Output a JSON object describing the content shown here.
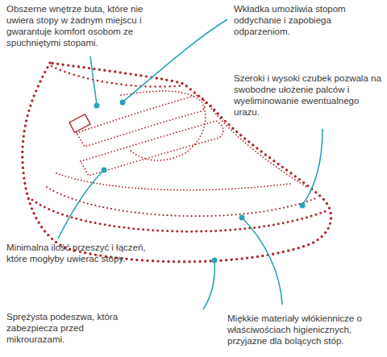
{
  "diagram": {
    "labels": [
      "Obszerne wnętrze buta, które nie uwiera stopy w żadnym miejscu i gwarantuje komfort osobom ze spuchniętymi stopami.",
      "Wkładka umożliwia stopom oddychanie i zapobiega odparzeniom.",
      "Szeroki i wysoki czubek pozwala na swobodne ułożenie palców i wyeliminowanie ewentualnego urazu.",
      "Minimalna ilość przeszyć i łączeń, które mogłyby uwierać stopy.",
      "Sprężysta podeszwa, która zabezpiecza przed mikrourazami.",
      "Miękkie materiały włókiennicze o właściwościach higienicznych, przyjazne dla bolących stóp."
    ]
  }
}
